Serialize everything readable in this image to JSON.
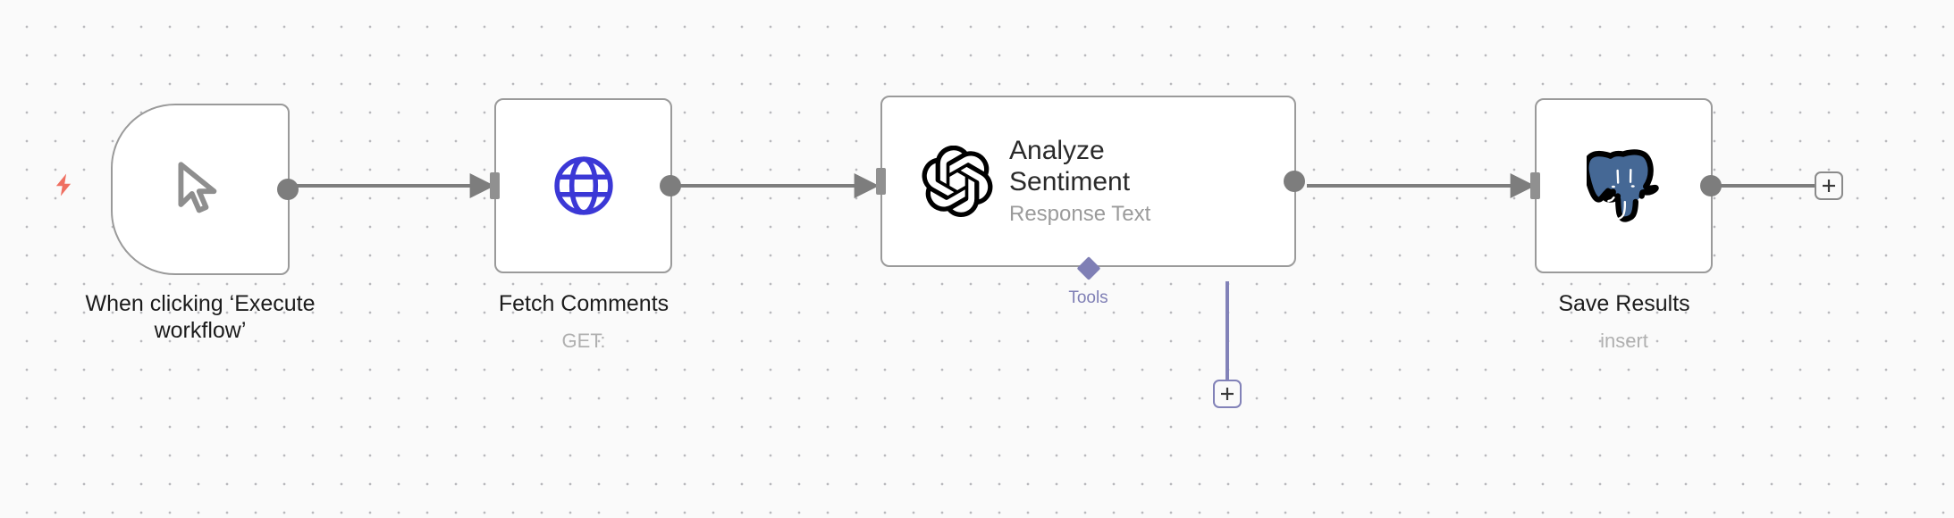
{
  "canvas": {
    "background_color": "#fafafa",
    "dot_color": "#b9b9bd",
    "grid_spacing": "32"
  },
  "colors": {
    "node_border": "#9a9a9a",
    "connector": "#7d7d7d",
    "tools_accent": "#7f7fb5",
    "trigger_bolt": "#ef6f61",
    "http_globe": "#3b38d6",
    "postgres_elephant": "#456895",
    "caption_text": "#1c1c1c",
    "subtitle_text": "#b0b0b0"
  },
  "nodes": [
    {
      "id": "manual-trigger",
      "icon": "mouse-cursor-icon",
      "badge_icon": "lightning-bolt-icon",
      "caption": "When clicking ‘Execute\nworkflow’",
      "subtitle": "",
      "has_input": false,
      "has_output": true
    },
    {
      "id": "http-request",
      "icon": "globe-icon",
      "caption": "Fetch Comments",
      "subtitle": "GET:",
      "has_input": true,
      "has_output": true
    },
    {
      "id": "openai",
      "icon": "openai-icon",
      "title": "Analyze\nSentiment",
      "in_node_subtitle": "Response Text",
      "caption": "",
      "subtitle": "",
      "has_input": true,
      "has_output": true,
      "sub_port": {
        "label": "Tools",
        "add_button_label": "+"
      }
    },
    {
      "id": "postgres",
      "icon": "postgres-elephant-icon",
      "caption": "Save Results",
      "subtitle": "insert",
      "has_input": true,
      "has_output": true
    }
  ],
  "buttons": {
    "add_node_end_label": "+",
    "add_tool_label": "+"
  }
}
